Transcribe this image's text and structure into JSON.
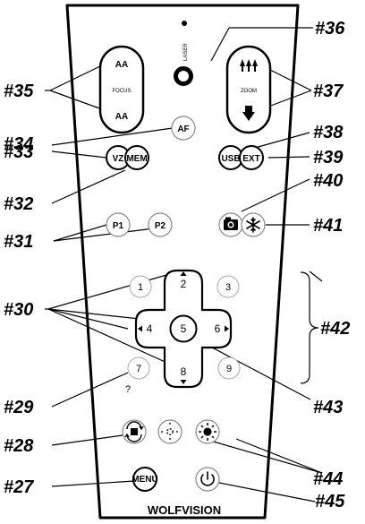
{
  "remote": {
    "laser_label": "LASER",
    "focus": {
      "label": "FOCUS",
      "top_icon": "AA",
      "bottom_icon": "AA"
    },
    "zoom": {
      "label": "ZOOM",
      "top_icon": "zoom-wide-icon",
      "bottom_icon": "zoom-tele-icon"
    },
    "buttons": {
      "af": "AF",
      "vz": "VZ",
      "mem": "MEM",
      "usb": "USB",
      "ext": "EXT",
      "p1": "P1",
      "p2": "P2",
      "menu": "MENU"
    },
    "numpad": {
      "n1": "1",
      "n2": "2",
      "n3": "3",
      "n4": "4",
      "n5": "5",
      "n6": "6",
      "n7": "7",
      "n8": "8",
      "n9": "9",
      "help": "?"
    },
    "brand": "WOLFVISION",
    "icons": [
      "camera-icon",
      "freeze-icon",
      "rotate-icon",
      "light-off-icon",
      "light-on-icon",
      "power-icon"
    ]
  },
  "callouts": {
    "c27": "#27",
    "c28": "#28",
    "c29": "#29",
    "c30": "#30",
    "c31": "#31",
    "c32": "#32",
    "c33": "#33",
    "c34": "#34",
    "c35": "#35",
    "c36": "#36",
    "c37": "#37",
    "c38": "#38",
    "c39": "#39",
    "c40": "#40",
    "c41": "#41",
    "c42": "#42",
    "c43": "#43",
    "c44": "#44",
    "c45": "#45"
  }
}
